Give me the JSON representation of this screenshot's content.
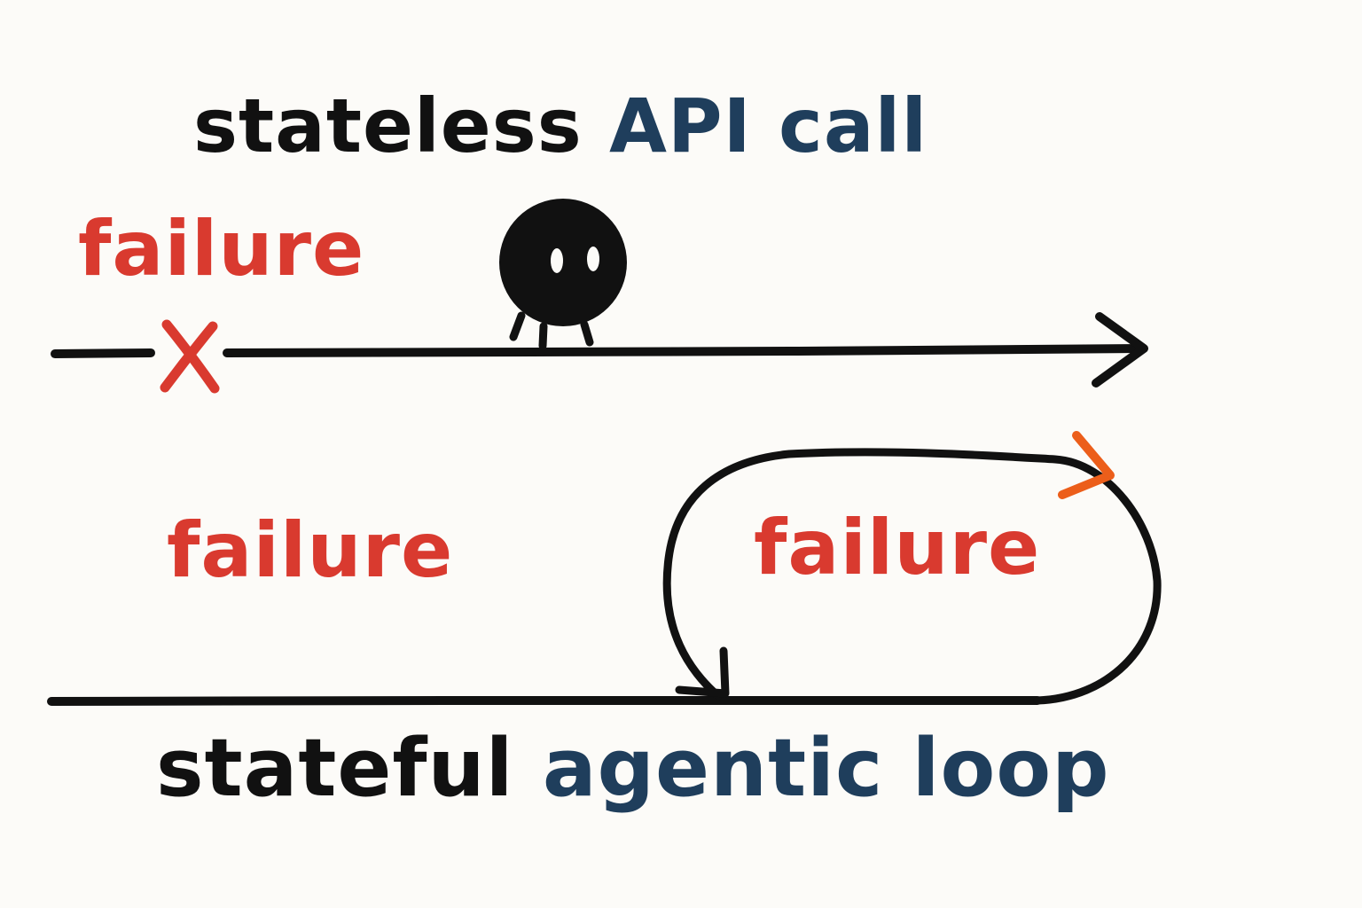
{
  "colors": {
    "ink": "#111111",
    "accent_blue": "#1f3e5c",
    "failure_red": "#d93a2f",
    "arrow_orange": "#ec5e1a",
    "background": "#fcfbf8"
  },
  "top": {
    "title_part1": "stateless",
    "title_part2": "API call",
    "failure_label": "failure"
  },
  "middle": {
    "failure_label_left": "failure",
    "failure_label_loop": "failure"
  },
  "bottom": {
    "title_part1": "stateful",
    "title_part2": "agentic loop"
  },
  "icons": {
    "character": "round-black-creature-icon",
    "failure_mark": "red-x-icon",
    "arrowhead": "arrowhead-icon",
    "loop_arrowhead": "orange-chevron-icon"
  }
}
